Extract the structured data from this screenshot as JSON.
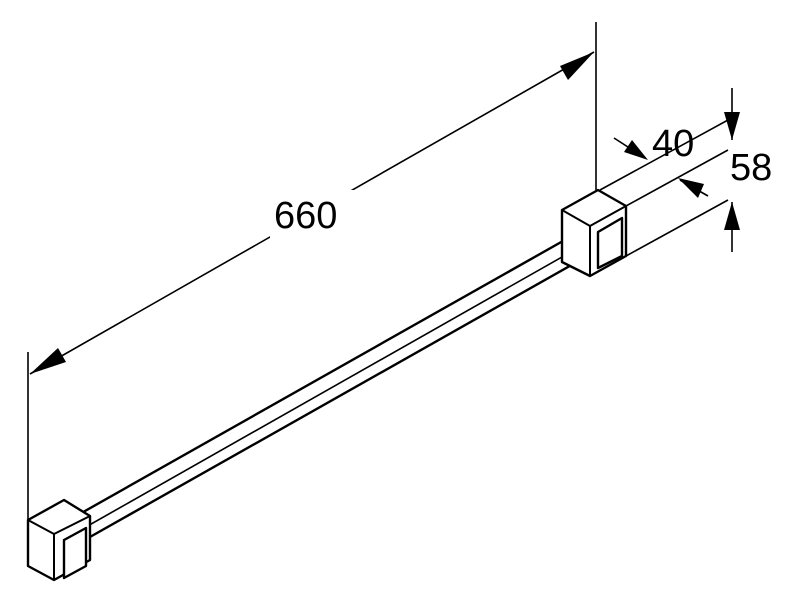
{
  "dimensions": {
    "length": "660",
    "depth": "40",
    "height": "58"
  },
  "colors": {
    "stroke": "#000000",
    "background": "#ffffff"
  }
}
